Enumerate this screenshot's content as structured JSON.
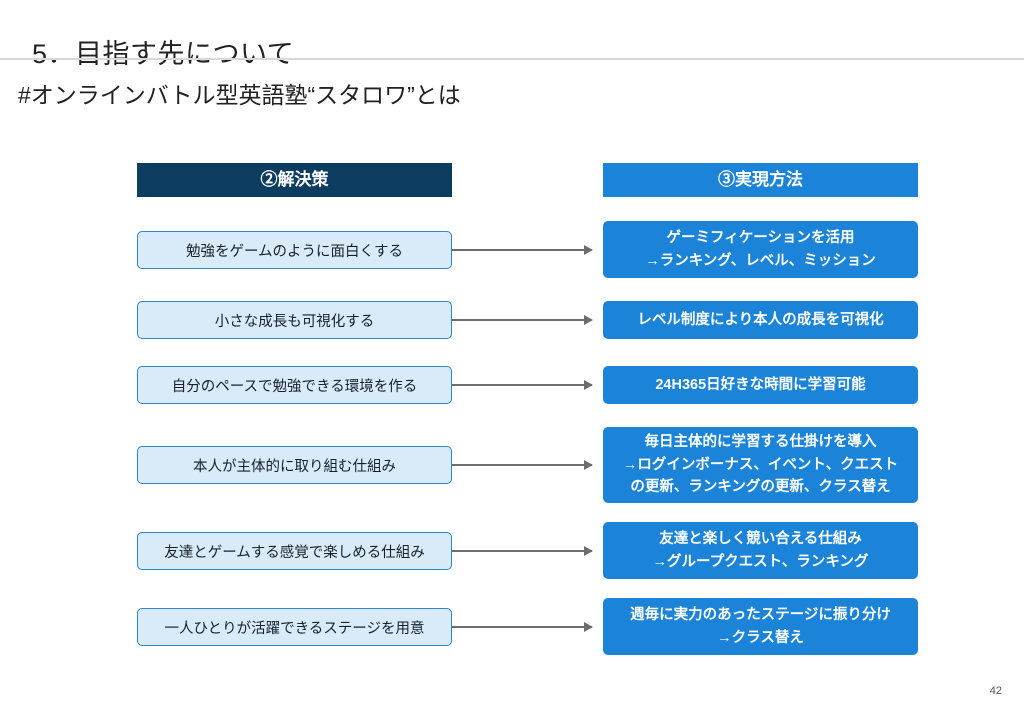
{
  "slide": {
    "title": "5．目指す先について",
    "subtitle": "#オンラインバトル型英語塾“スタロワ”とは",
    "page_number": "42",
    "colors": {
      "header_problem_bg": "#0d3c61",
      "header_method_bg": "#1b84d8",
      "left_box_bg": "#d9eaf8",
      "left_box_border": "#2e86d0",
      "right_box_bg": "#1b84d8",
      "arrow": "#6d6d6d"
    }
  },
  "columns": {
    "problem_header": "②解決策",
    "method_header": "③実現方法"
  },
  "rows": [
    {
      "problem": "勉強をゲームのように面白くする",
      "method_lines": [
        "ゲーミフィケーションを活用",
        "→ランキング、レベル、ミッション"
      ]
    },
    {
      "problem": "小さな成長も可視化する",
      "method_lines": [
        "レベル制度により本人の成長を可視化"
      ]
    },
    {
      "problem": "自分のペースで勉強できる環境を作る",
      "method_lines": [
        "24H365日好きな時間に学習可能"
      ]
    },
    {
      "problem": "本人が主体的に取り組む仕組み",
      "method_lines": [
        "毎日主体的に学習する仕掛けを導入",
        "→ログインボーナス、イベント、クエスト",
        "の更新、ランキングの更新、クラス替え"
      ]
    },
    {
      "problem": "友達とゲームする感覚で楽しめる仕組み",
      "method_lines": [
        "友達と楽しく競い合える仕組み",
        "→グループクエスト、ランキング"
      ]
    },
    {
      "problem": "一人ひとりが活躍できるステージを用意",
      "method_lines": [
        "週毎に実力のあったステージに振り分け",
        "→クラス替え"
      ]
    }
  ]
}
